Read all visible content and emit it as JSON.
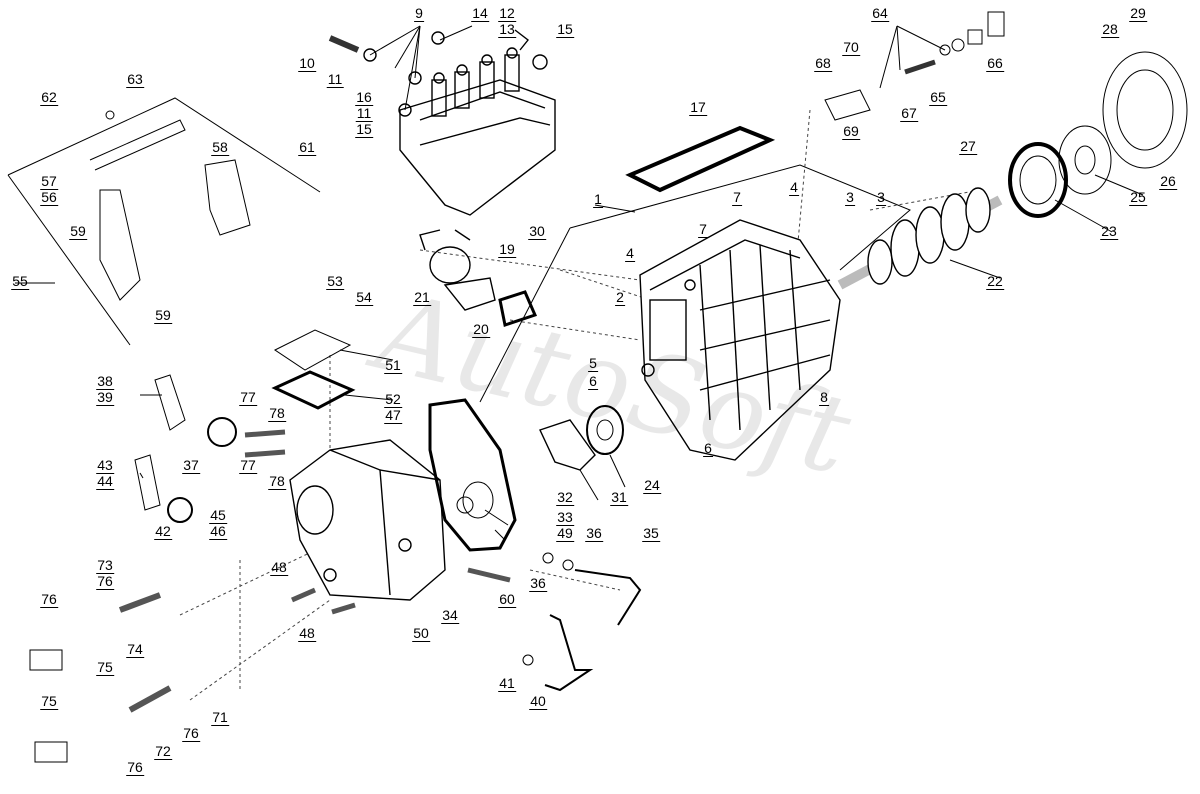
{
  "watermark": "AutoSoft",
  "callouts": [
    "1",
    "2",
    "3",
    "4",
    "5",
    "6",
    "7",
    "8",
    "9",
    "10",
    "11",
    "12",
    "13",
    "14",
    "15",
    "16",
    "17",
    "19",
    "20",
    "21",
    "22",
    "23",
    "24",
    "25",
    "26",
    "27",
    "28",
    "29",
    "30",
    "31",
    "32",
    "33",
    "34",
    "35",
    "36",
    "37",
    "38",
    "39",
    "40",
    "41",
    "42",
    "43",
    "44",
    "45",
    "46",
    "47",
    "48",
    "49",
    "50",
    "51",
    "52",
    "53",
    "54",
    "55",
    "56",
    "57",
    "58",
    "59",
    "60",
    "61",
    "62",
    "63",
    "64",
    "65",
    "66",
    "67",
    "68",
    "69",
    "70",
    "71",
    "72",
    "73",
    "74",
    "75",
    "76",
    "77",
    "78"
  ]
}
